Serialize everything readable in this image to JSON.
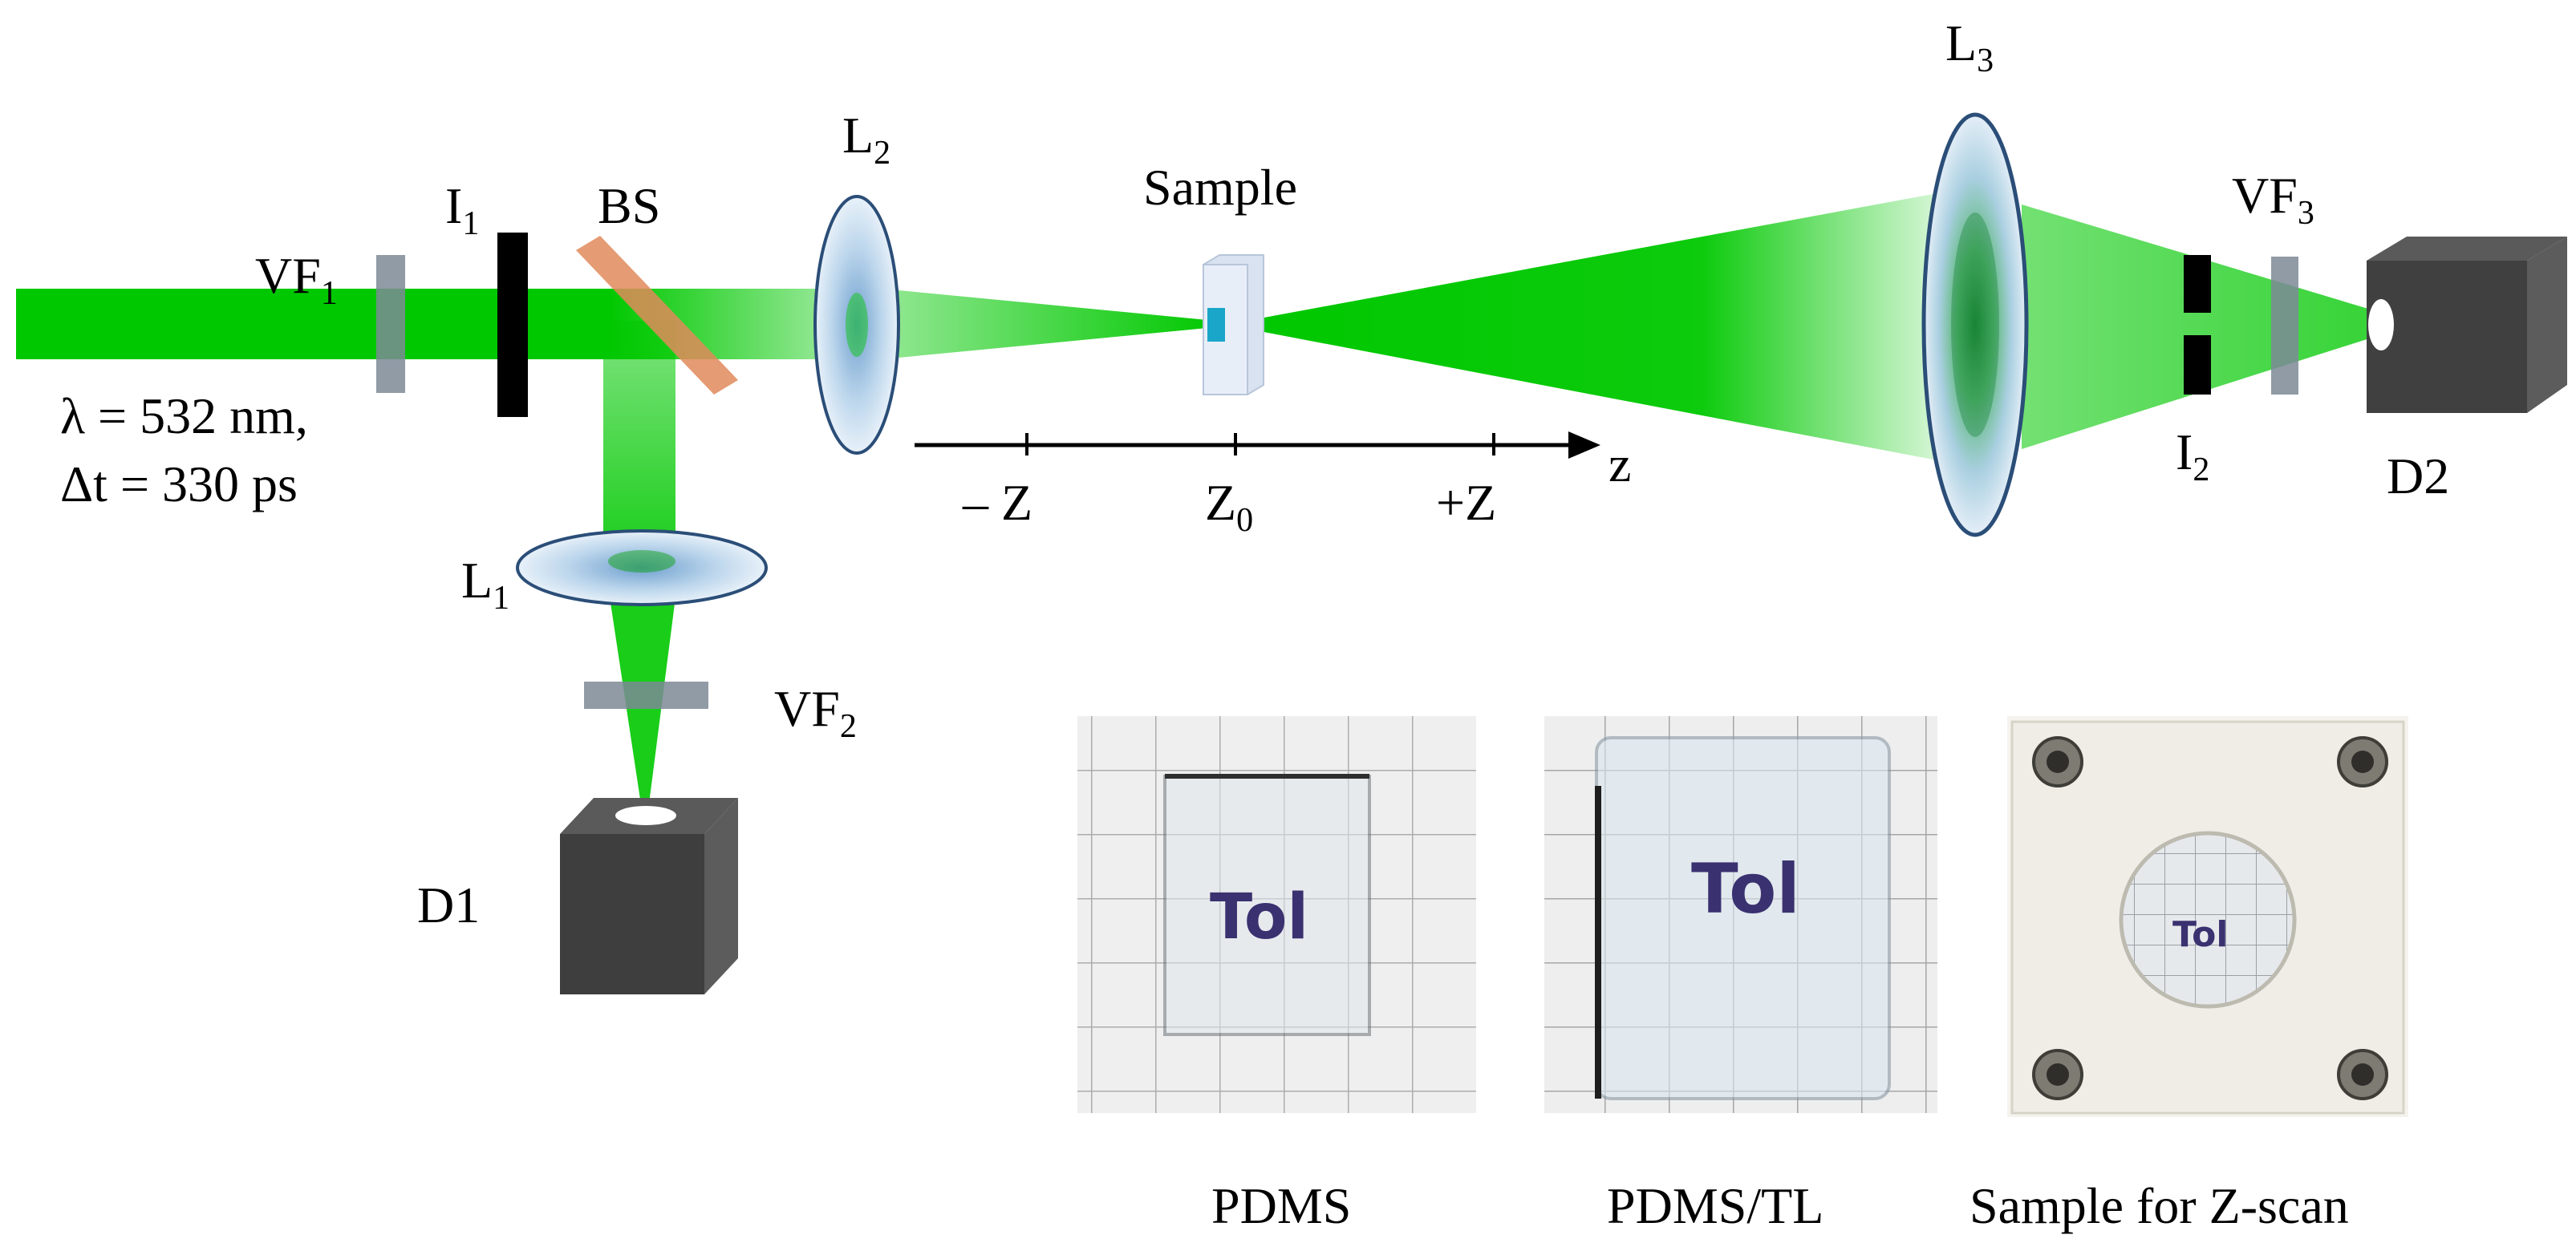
{
  "labels": {
    "vf1_main": "VF",
    "vf1_sub": "1",
    "i1_main": "I",
    "i1_sub": "1",
    "bs": "BS",
    "l2_main": "L",
    "l2_sub": "2",
    "sample": "Sample",
    "l3_main": "L",
    "l3_sub": "3",
    "vf3_main": "VF",
    "vf3_sub": "3",
    "i2_main": "I",
    "i2_sub": "2",
    "d2": "D2",
    "l1_main": "L",
    "l1_sub": "1",
    "vf2_main": "VF",
    "vf2_sub": "2",
    "d1": "D1",
    "wavelength": "λ = 532 nm,",
    "pulse": "Δt = 330 ps"
  },
  "axis": {
    "name": "z",
    "minus_z": "– Z",
    "z0_main": "Z",
    "z0_sub": "0",
    "plus_z": "+Z"
  },
  "photos": {
    "pdms_caption": "PDMS",
    "pdms_tl_caption": "PDMS/TL",
    "zscan_caption": "Sample for Z-scan",
    "sample_text": "Tol"
  },
  "colors": {
    "beam": "#00c800",
    "lens": "#a9c9e6",
    "filter": "#7d8a96",
    "iris": "#000000",
    "splitter": "#e0895a",
    "detector": "#404040"
  }
}
